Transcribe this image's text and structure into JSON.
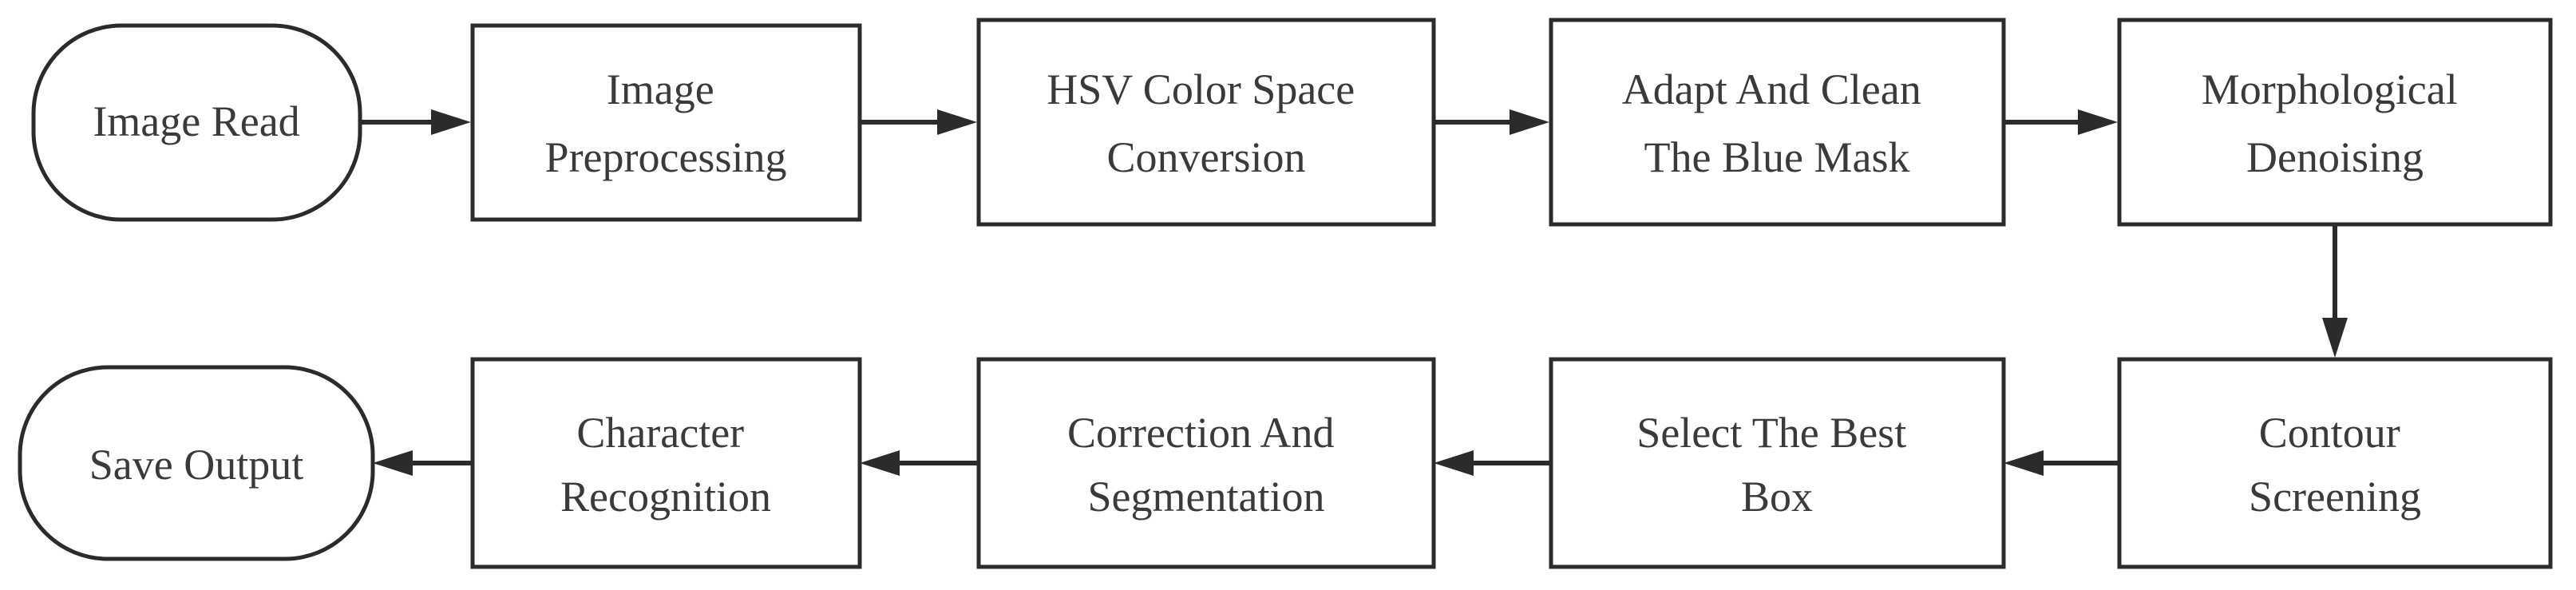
{
  "flowchart": {
    "nodes": {
      "image_read": {
        "lines": [
          "Image Read"
        ],
        "shape": "terminal"
      },
      "image_preprocessing": {
        "lines": [
          "Image",
          "Preprocessing"
        ],
        "shape": "process"
      },
      "hsv_conversion": {
        "lines": [
          "HSV Color Space",
          "Conversion"
        ],
        "shape": "process"
      },
      "blue_mask": {
        "lines": [
          "Adapt And Clean",
          "The Blue Mask"
        ],
        "shape": "process"
      },
      "morphological_denoising": {
        "lines": [
          "Morphological",
          "Denoising"
        ],
        "shape": "process"
      },
      "contour_screening": {
        "lines": [
          "Contour",
          "Screening"
        ],
        "shape": "process"
      },
      "select_best_box": {
        "lines": [
          "Select The Best",
          "Box"
        ],
        "shape": "process"
      },
      "correction_segmentation": {
        "lines": [
          "Correction And",
          "Segmentation"
        ],
        "shape": "process"
      },
      "character_recognition": {
        "lines": [
          "Character",
          "Recognition"
        ],
        "shape": "process"
      },
      "save_output": {
        "lines": [
          "Save Output"
        ],
        "shape": "terminal"
      }
    },
    "edges": [
      {
        "from": "image_read",
        "to": "image_preprocessing"
      },
      {
        "from": "image_preprocessing",
        "to": "hsv_conversion"
      },
      {
        "from": "hsv_conversion",
        "to": "blue_mask"
      },
      {
        "from": "blue_mask",
        "to": "morphological_denoising"
      },
      {
        "from": "morphological_denoising",
        "to": "contour_screening"
      },
      {
        "from": "contour_screening",
        "to": "select_best_box"
      },
      {
        "from": "select_best_box",
        "to": "correction_segmentation"
      },
      {
        "from": "correction_segmentation",
        "to": "character_recognition"
      },
      {
        "from": "character_recognition",
        "to": "save_output"
      }
    ],
    "colors": {
      "stroke": "#2b2b2b",
      "text": "#3a3a3a",
      "background": "#ffffff"
    }
  }
}
